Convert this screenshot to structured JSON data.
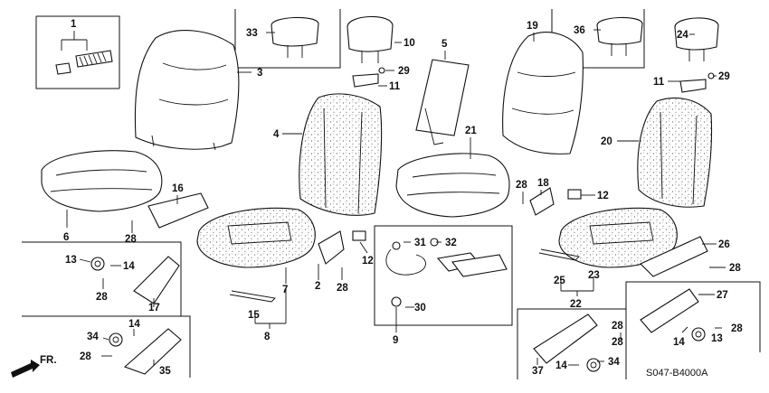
{
  "diagram": {
    "code": "S047-B4000A",
    "direction_label": "FR.",
    "callouts": [
      "1",
      "3",
      "33",
      "10",
      "29",
      "11",
      "5",
      "19",
      "36",
      "24",
      "11",
      "29",
      "4",
      "21",
      "20",
      "6",
      "16",
      "28",
      "18",
      "28",
      "12",
      "26",
      "28",
      "13",
      "14",
      "28",
      "17",
      "2",
      "28",
      "12",
      "31",
      "32",
      "7",
      "15",
      "8",
      "25",
      "23",
      "22",
      "27",
      "14",
      "13",
      "28",
      "28",
      "34",
      "14",
      "28",
      "35",
      "9",
      "30",
      "37",
      "14",
      "34",
      "28"
    ]
  }
}
